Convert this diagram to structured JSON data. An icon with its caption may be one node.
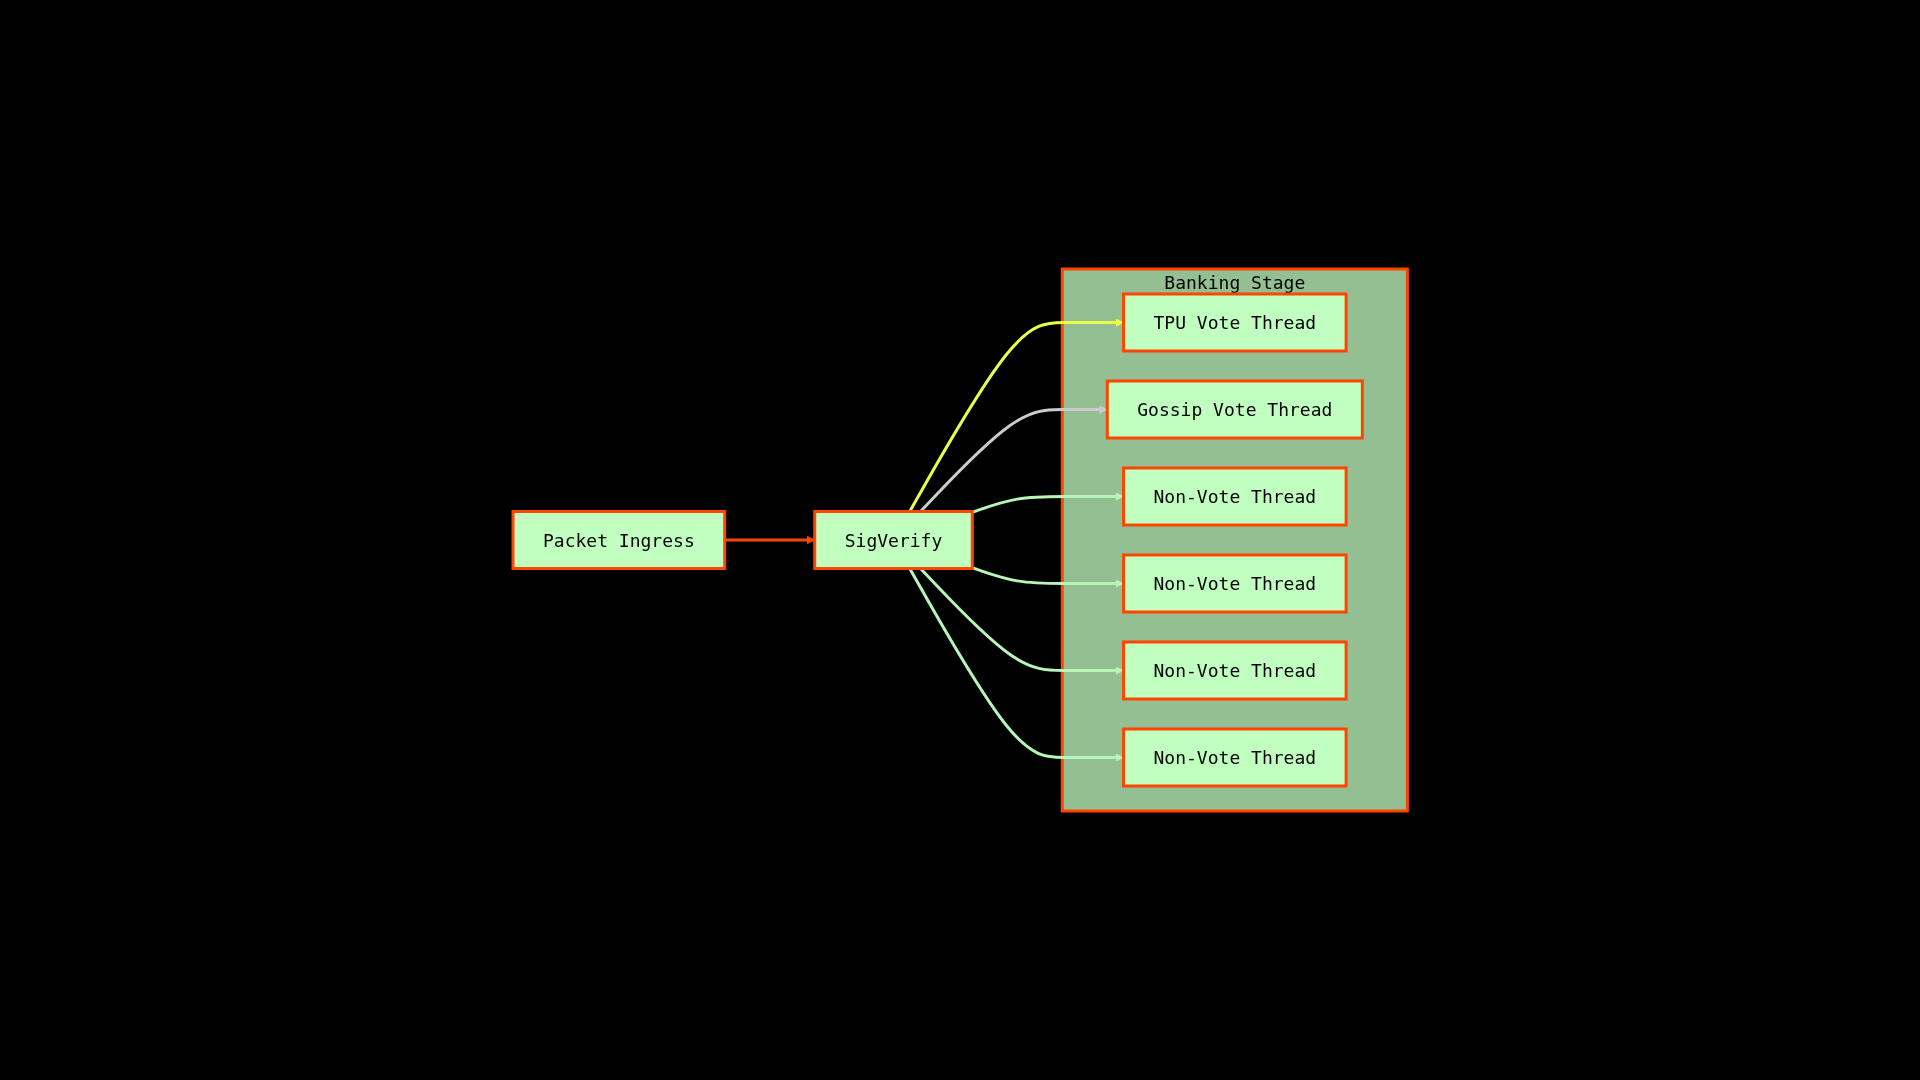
{
  "diagram": {
    "nodes": [
      {
        "text": [
          "Packet Ingress"
        ]
      },
      {
        "text": [
          "SigVerify"
        ]
      },
      {
        "text": [
          "Banking Stage"
        ]
      },
      {
        "text": [
          "TPU Vote Thread"
        ],
        "in": 2
      },
      {
        "text": [
          "Gossip Vote Thread"
        ],
        "in": 2
      },
      {
        "text": [
          "Non-Vote Thread"
        ],
        "in": 2
      },
      {
        "text": [
          "Non-Vote Thread"
        ],
        "in": 2
      },
      {
        "text": [
          "Non-Vote Thread"
        ],
        "in": 2
      },
      {
        "text": [
          "Non-Vote Thread"
        ],
        "in": 2
      }
    ],
    "edges": [
      {
        "from": 0,
        "to": 1,
        "arrow": "to",
        "color": "#ff4500"
      },
      {
        "from": 1,
        "to": 3,
        "arrow": "to",
        "color": "#eaff4a"
      },
      {
        "from": 1,
        "to": 4,
        "arrow": "to",
        "color": "#cccccc"
      },
      {
        "from": 1,
        "to": 5,
        "arrow": "to"
      },
      {
        "from": 1,
        "to": 6,
        "arrow": "to"
      },
      {
        "from": 1,
        "to": 7,
        "arrow": "to"
      },
      {
        "from": 1,
        "to": 8,
        "arrow": "to"
      }
    ]
  }
}
